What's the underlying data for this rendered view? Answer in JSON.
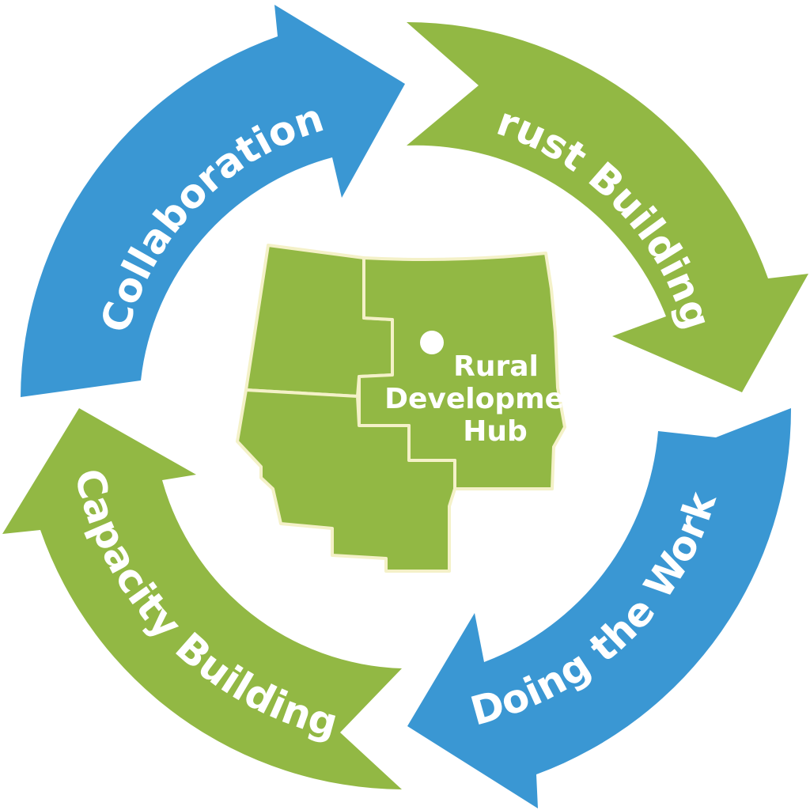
{
  "colors": {
    "blue": "#3a97d3",
    "green": "#92b844",
    "region_border": "#f4f1c8",
    "text": "#ffffff"
  },
  "cycle": {
    "collaboration": {
      "label": "Collaboration",
      "color": "blue"
    },
    "trust_building": {
      "label": "Trust Building",
      "color": "green"
    },
    "doing_the_work": {
      "label": "Doing the Work",
      "color": "blue"
    },
    "capacity_building": {
      "label": "Capacity Building",
      "color": "green"
    }
  },
  "center": {
    "line1": "Rural",
    "line2": "Development",
    "line3": "Hub",
    "hub_marker": "white-dot",
    "regions": [
      "northwest",
      "northeast",
      "southwest"
    ]
  }
}
